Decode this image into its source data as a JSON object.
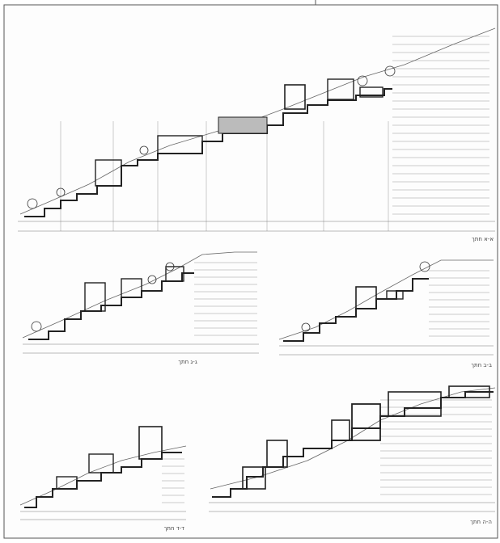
{
  "sheet": {
    "sections": [
      {
        "id": "ab",
        "title": "א-א חתך"
      },
      {
        "id": "bb",
        "title": "ב-ב חתך"
      },
      {
        "id": "gg",
        "title": "ג-ג חתך"
      },
      {
        "id": "dd",
        "title": "ד-ד חתך"
      },
      {
        "id": "hh",
        "title": "ה-ה חתך"
      }
    ],
    "colors": {
      "ink": "#222222",
      "hatch": "#9a9a9a",
      "ground": "#666666"
    }
  }
}
